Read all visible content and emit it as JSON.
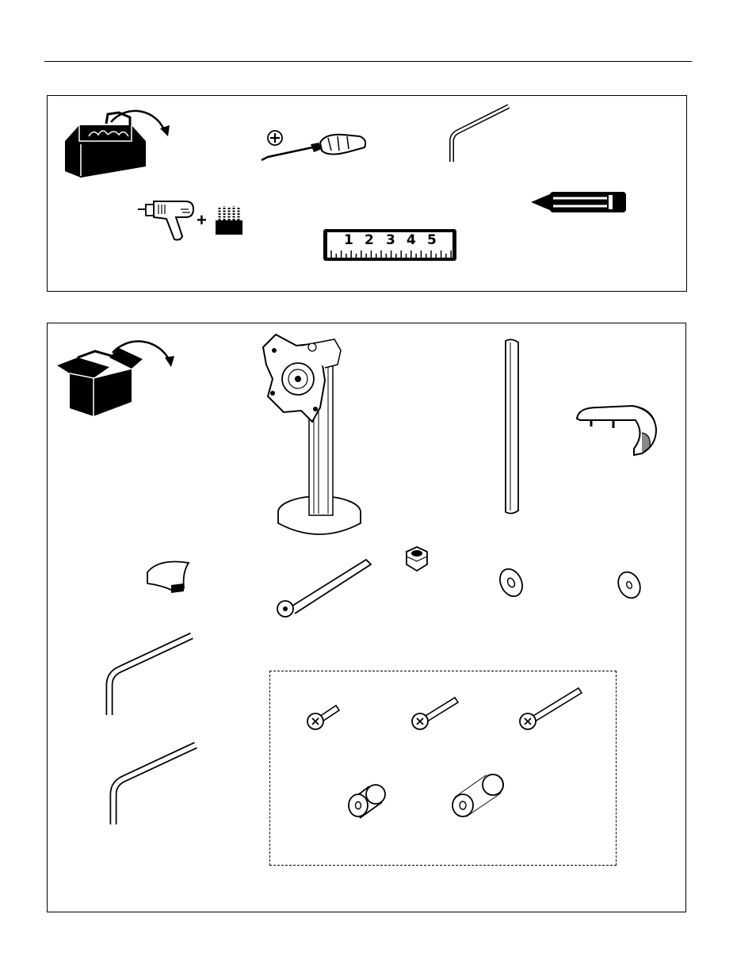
{
  "ruler": {
    "numbers": [
      "1",
      "2",
      "3",
      "4",
      "5"
    ]
  },
  "drill": {
    "plus": "+"
  },
  "icons": {
    "tools_panel": [
      "toolbox-icon",
      "phillips-screwdriver-icon",
      "allen-wrench-icon",
      "drill-icon",
      "drill-bits-icon",
      "pencil-icon",
      "ruler-icon"
    ],
    "parts_panel": [
      "open-box-icon",
      "monitor-stand-icon",
      "column-cover-icon",
      "top-cap-icon",
      "cable-clip-icon",
      "long-bolt-icon",
      "lock-nut-icon",
      "washer-icon",
      "small-washer-icon",
      "large-allen-wrench-icon",
      "small-allen-wrench-icon",
      "short-screw-icon",
      "medium-screw-icon",
      "long-screw-icon",
      "short-spacer-icon",
      "long-spacer-icon"
    ]
  }
}
